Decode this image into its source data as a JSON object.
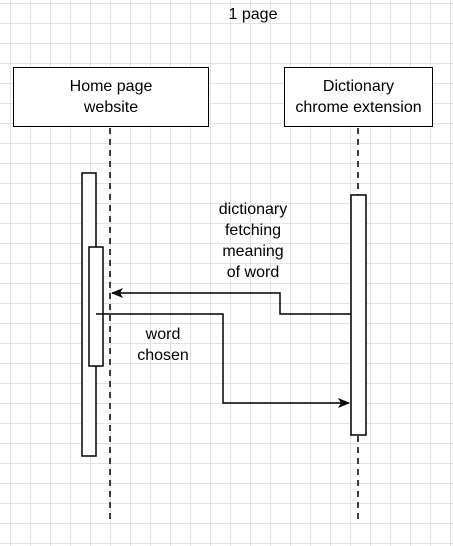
{
  "diagram": {
    "title": "1 page",
    "actors": [
      {
        "id": "home",
        "label": "Home page\nwebsite"
      },
      {
        "id": "ext",
        "label": "Dictionary\nchrome extension"
      }
    ],
    "messages": [
      {
        "from": "ext",
        "to": "home",
        "label": "dictionary\nfetching\nmeaning\nof word"
      },
      {
        "from": "home",
        "to": "ext",
        "label": "word\nchosen"
      }
    ]
  }
}
